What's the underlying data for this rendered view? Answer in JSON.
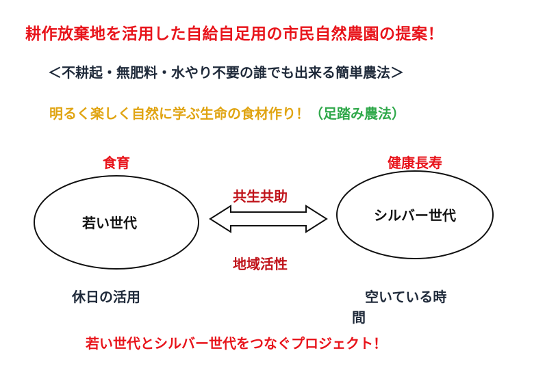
{
  "title": "耕作放棄地を活用した自給自足用の市民自然農園の提案！",
  "subtitle": "＜不耕起・無肥料・水やり不要の誰でも出来る簡単農法＞",
  "tagline": {
    "main": "明るく楽しく自然に学ぶ生命の食材作り！",
    "suffix": "（足踏み農法）"
  },
  "left_node": {
    "top_label": "食育",
    "name": "若い世代",
    "bottom_label": "休日の活用"
  },
  "right_node": {
    "top_label": "健康長寿",
    "name": "シルバー世代",
    "bottom_label_line1": "空いている時",
    "bottom_label_line2": "間"
  },
  "link": {
    "top_label": "共生共助",
    "bottom_label": "地域活性"
  },
  "footer": "若い世代とシルバー世代をつなぐプロジェクト！",
  "colors": {
    "red": "#e8141b",
    "dark_red": "#c0141b",
    "navy": "#1f2a3a",
    "amber": "#e0a412",
    "green": "#2fa84a",
    "black": "#111111"
  }
}
